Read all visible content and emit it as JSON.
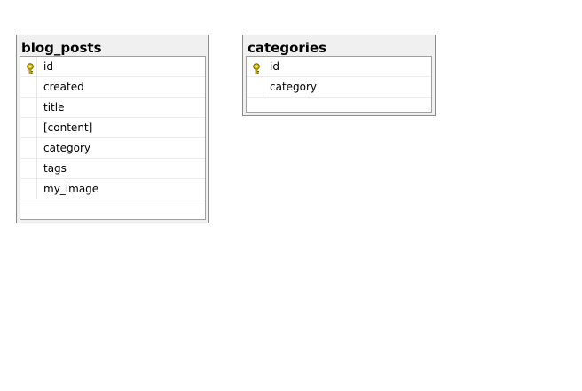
{
  "tables": [
    {
      "name": "blog_posts",
      "columns": [
        {
          "name": "id",
          "primary_key": true
        },
        {
          "name": "created",
          "primary_key": false
        },
        {
          "name": "title",
          "primary_key": false
        },
        {
          "name": "[content]",
          "primary_key": false
        },
        {
          "name": "category",
          "primary_key": false
        },
        {
          "name": "tags",
          "primary_key": false
        },
        {
          "name": "my_image",
          "primary_key": false
        }
      ]
    },
    {
      "name": "categories",
      "columns": [
        {
          "name": "id",
          "primary_key": true
        },
        {
          "name": "category",
          "primary_key": false
        }
      ]
    }
  ],
  "icons": {
    "primary_key": "key-icon"
  },
  "colors": {
    "key": "#e8c400"
  }
}
